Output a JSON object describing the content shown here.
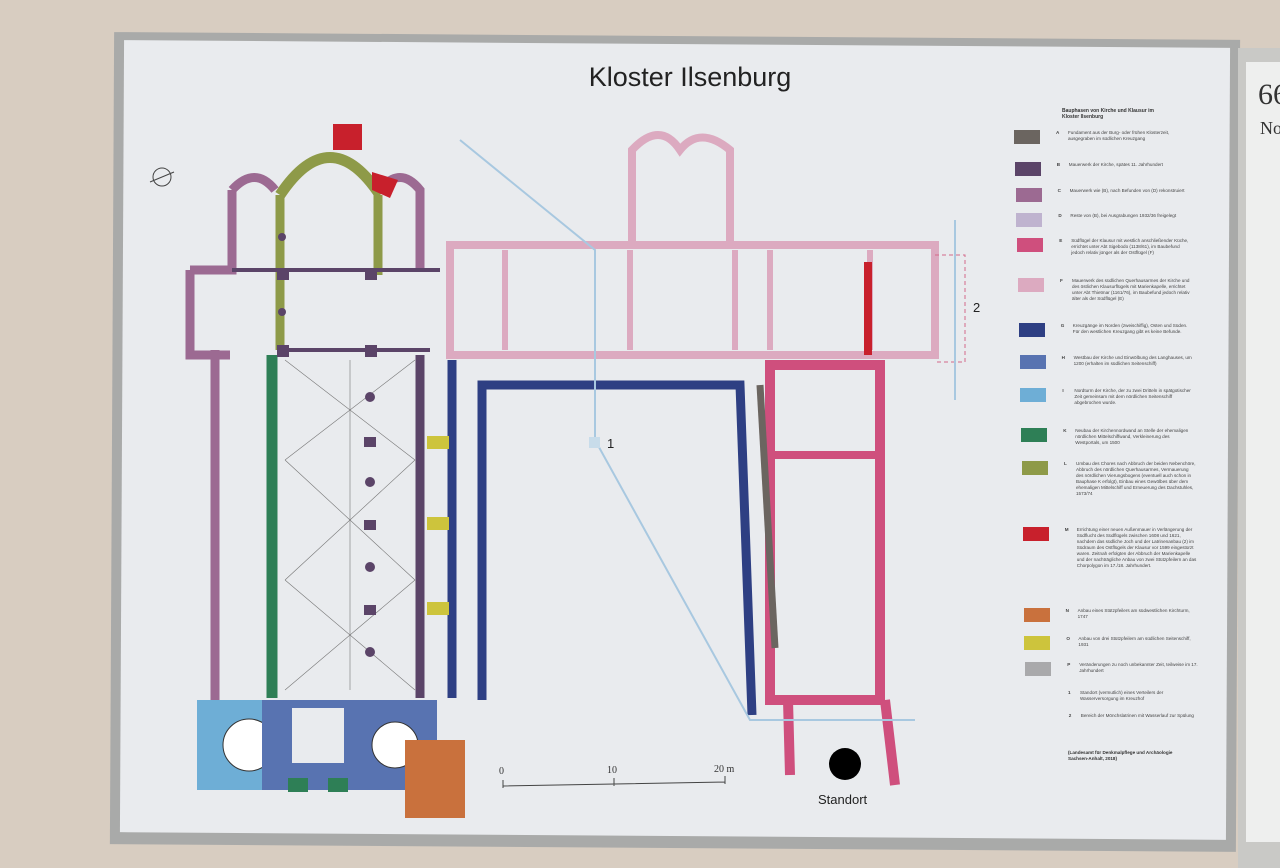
{
  "title": "Kloster Ilsenburg",
  "legend_title": "Bauphasen von Kirche und Klausur im Kloster Ilsenburg",
  "legend": [
    {
      "key": "A",
      "color": "#6b6560",
      "text": "Fundament aus der Burg- oder frühen Klosterzeit, ausgegraben im südlichen Kreuzgang"
    },
    {
      "key": "B",
      "color": "#5b4468",
      "text": "Mauerwerk der Kirche, spätes 11. Jahrhundert"
    },
    {
      "key": "C",
      "color": "#9c6a92",
      "text": "Mauerwerk wie (B), nach Befunden von (D) rekonstruiert"
    },
    {
      "key": "D",
      "color": "#bfb3cf",
      "text": "Reste von (B), bei Ausgrabungen 1932/36 freigelegt"
    },
    {
      "key": "E",
      "color": "#cf4f7d",
      "text": "Südflügel der Klausur mit westlich anschließender Küche, errichtet unter Abt Sigebodo (1138/61), im Baubefund jedoch relativ jünger als der Ostflügel (F)"
    },
    {
      "key": "F",
      "color": "#dcaac0",
      "text": "Mauerwerk des südlichen Querhausarmes der Kirche und des östlichen Klausurflügels mit Marienkapelle, errichtet unter Abt Thietmar (1161/76), im Baubefund jedoch relativ älter als der Südflügel (E)"
    },
    {
      "key": "G",
      "color": "#2e3f83",
      "text": "Kreuzgänge im Norden (zweischiffig), Osten und Süden. Für den westlichen Kreuzgang gibt es keine Befunde."
    },
    {
      "key": "H",
      "color": "#5873b1",
      "text": "Westbau der Kirche und Einwölbung des Langhauses, um 1200 (erhalten im südlichen Seitenschiff)"
    },
    {
      "key": "I",
      "color": "#6eaed6",
      "text": "Nordturm der Kirche, der zu zwei Dritteln in spätgotischer Zeit gemeinsam mit dem nördlichen Seitenschiff abgebrochen wurde."
    },
    {
      "key": "K",
      "color": "#2e7f56",
      "text": "Neubau der Kirchennordwand an Stelle der ehemaligen nördlichen Mittelschiffwand, Verkleinerung des Westportals, um 1500"
    },
    {
      "key": "L",
      "color": "#8e9a48",
      "text": "Umbau des Chores nach Abbruch der beiden Nebenchöre, Abbruch des nördlichen Querhausarmes, Vermauerung des nördlichen Vierungsbogens (eventuell auch schon in Bauphase K erfolgt), Einbau eines Gewölbes über dem ehemaligen Mittelschiff und Erneuerung des Dachstuhles, 1573/74"
    },
    {
      "key": "M",
      "color": "#c8202c",
      "text": "Errichtung einer neuen Außenmauer in Verlängerung der Südflucht des Südflügels zwischen 1608 und 1621, nachdem das südliche Joch und der Latrinenanbau (2) im Südraum des Ostflügels der Klausur vor 1599 eingestürzt waren. Zeitnah erfolgten der Abbruch der Marienkapelle und der nachträgliche Anbau von zwei Stützpfeilern an das Chorpolygon im 17./18. Jahrhundert."
    },
    {
      "key": "N",
      "color": "#c9713d",
      "text": "Anbau eines Stützpfeilers am südwestlichen Kirchturm, 1747"
    },
    {
      "key": "O",
      "color": "#cdc43c",
      "text": "Anbau von drei Stützpfeilern am südlichen Seitenschiff, 1931"
    },
    {
      "key": "P",
      "color": "#a9a9ab",
      "text": "Veränderungen zu noch unbekannter Zeit, teilweise im 17. Jahrhundert"
    },
    {
      "key": "1",
      "color": "",
      "text": "Standort (vermutlich) eines Verteilers der Wasserversorgung im Kreuzhof"
    },
    {
      "key": "2",
      "color": "",
      "text": "Bereich der Mönchslatrinen mit Wasserlauf zur Spülung"
    }
  ],
  "credit": "(Landesamt für Denkmalpflege und Archäologie Sachsen-Anhalt, 2018)",
  "plan_labels": {
    "marker1": "1",
    "marker2": "2",
    "standort": "Standort"
  },
  "scale": {
    "t0": "0",
    "t10": "10",
    "t20": "20 m"
  },
  "side_panel": {
    "number": "66",
    "heading": "No"
  }
}
